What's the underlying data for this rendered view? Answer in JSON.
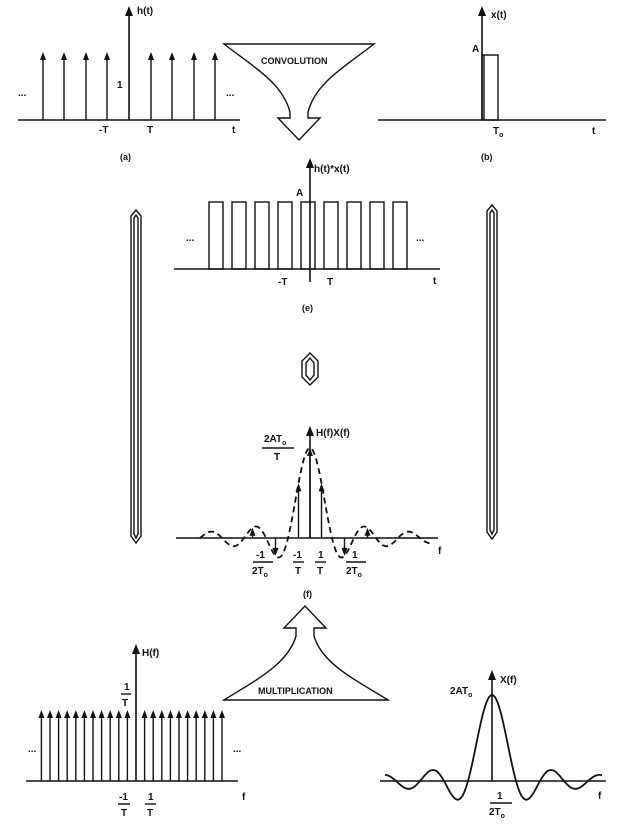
{
  "panels": {
    "a": {
      "ylabel": "h(t)",
      "height_label": "1",
      "tick_neg": "-T",
      "tick_pos": "T",
      "xlabel": "t",
      "caption": "(a)",
      "ellipsis": "..."
    },
    "b": {
      "ylabel": "x(t)",
      "amp_label": "A",
      "tick": "T",
      "tick_sub": "o",
      "xlabel": "t",
      "caption": "(b)"
    },
    "e": {
      "ylabel": "h(t)*x(t)",
      "amp_label": "A",
      "tick_neg": "-T",
      "tick_pos": "T",
      "xlabel": "t",
      "caption": "(e)",
      "ellipsis": "..."
    },
    "f": {
      "ylabel": "H(f)X(f)",
      "peak_num": "2AT",
      "peak_num_sub": "o",
      "peak_den": "T",
      "tick_m2_num": "-1",
      "tick_m2_den": "2T",
      "tick_m2_sub": "o",
      "tick_m1_num": "-1",
      "tick_m1_den": "T",
      "tick_p1_num": "1",
      "tick_p1_den": "T",
      "tick_p2_num": "1",
      "tick_p2_den": "2T",
      "tick_p2_sub": "o",
      "xlabel": "f",
      "caption": "(f)"
    },
    "c": {
      "ylabel": "H(f)",
      "height_num": "1",
      "height_den": "T",
      "tick_neg_num": "-1",
      "tick_neg_den": "T",
      "tick_pos_num": "1",
      "tick_pos_den": "T",
      "xlabel": "f",
      "ellipsis": "..."
    },
    "d": {
      "ylabel": "X(f)",
      "peak": "2AT",
      "peak_sub": "o",
      "tick_num": "1",
      "tick_den": "2T",
      "tick_sub": "o",
      "xlabel": "f"
    }
  },
  "operations": {
    "convolution": "CONVOLUTION",
    "multiplication": "MULTIPLICATION"
  }
}
